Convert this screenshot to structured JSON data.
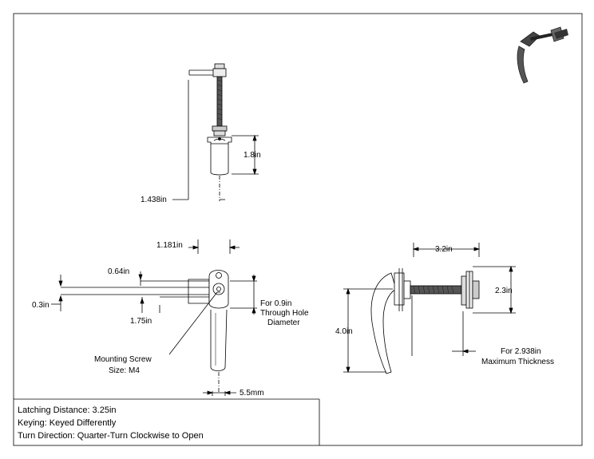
{
  "colors": {
    "line": "#000000",
    "part": "#333333",
    "background": "#ffffff"
  },
  "top_view": {
    "height_dim": "1.8in",
    "width_dim": "1.438in"
  },
  "front_view": {
    "dim_head_width": "1.181in",
    "dim_offset_a": "0.64in",
    "dim_offset_b": "0.3in",
    "dim_offset_c": "1.75in",
    "hole_note_line1": "For 0.9in",
    "hole_note_line2": "Through Hole",
    "hole_note_line3": "Diameter",
    "screw_note_line1": "Mounting Screw",
    "screw_note_line2": "Size: M4",
    "dim_bottom": "5.5mm"
  },
  "side_view": {
    "dim_length": "3.2in",
    "dim_height_small": "2.3in",
    "dim_height_large": "4.0in",
    "thickness_note_line1": "For 2.938in",
    "thickness_note_line2": "Maximum Thickness"
  },
  "notes": {
    "latching": "Latching Distance: 3.25in",
    "keying": "Keying: Keyed Differently",
    "turn": "Turn Direction: Quarter-Turn Clockwise to Open"
  },
  "icons": {
    "thumbnail": "latch-thumbnail-icon"
  }
}
